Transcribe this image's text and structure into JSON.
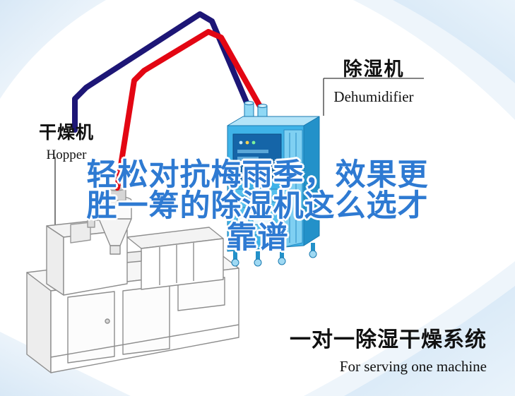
{
  "labels": {
    "dehumidifier": {
      "zh": "除湿机",
      "en": "Dehumidifier"
    },
    "hopper": {
      "zh": "干燥机",
      "en": "Hopper"
    }
  },
  "headline": {
    "line1": "轻松对抗梅雨季，效果更",
    "line2": "胜一筹的除湿机这么选才",
    "line3": "靠谱"
  },
  "caption": {
    "zh": "一对一除湿干燥系统",
    "en": "For serving one machine"
  },
  "colors": {
    "headline_blue": "#2e7ad2",
    "hose_red": "#e30613",
    "hose_navy": "#1d1676",
    "dehumidifier_body": "#3fb3e8",
    "dehumidifier_panel": "#1565a8",
    "corner_decor_blue": "#cde2f4",
    "text_black": "#111111"
  }
}
